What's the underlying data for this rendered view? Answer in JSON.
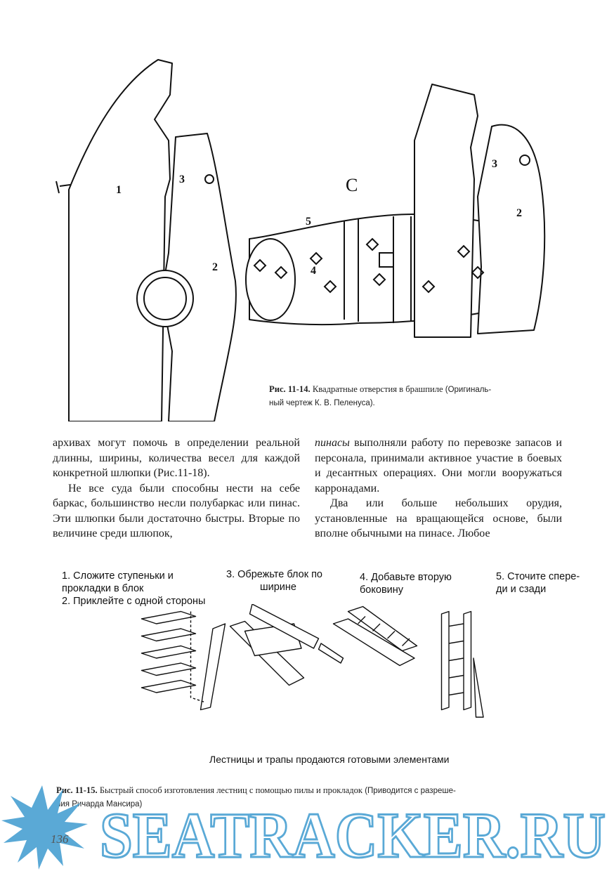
{
  "figure_top": {
    "labels": {
      "n1": "1",
      "n2_left": "2",
      "n3_left": "3",
      "n4": "4",
      "n5": "5",
      "c": "C",
      "n2_right": "2",
      "n3_right": "3"
    },
    "caption": {
      "label": "Рис. 11-14.",
      "text": " Квадратные отверстия в брашпиле ",
      "note_line1": "(Оригиналь-",
      "note_line2": "ный чертеж К. В. Пеленуса)."
    }
  },
  "body": {
    "left_col": {
      "p1": "архивах могут помочь в определении реальной длинны, ширины, количества весел для каждой конкретной шлюпки (Рис.11-18).",
      "p2": "Не все суда были способны нести на себе баркас, большинство несли полубаркас или пинас. Эти шлюпки были достаточно быстры. Вторые по величине среди шлюпок,"
    },
    "right_col": {
      "p1_em": "пинасы",
      "p1_rest": " выполняли работу по перевозке запасов и персонала, принимали активное участие в боевых и десантных операциях. Они могли вооружаться карронадами.",
      "p2": "Два или больше небольших орудия, установленные на вращающейся основе, были вполне обычными на пинасе. Любое"
    }
  },
  "figure_bottom": {
    "step1a": "1. Сложите ступеньки и",
    "step1b": "прокладки в блок",
    "step2": "2. Приклейте с одной стороны",
    "step3a": "3. Обрежьте блок по",
    "step3b": "ширине",
    "step4a": "4. Добавьте вторую",
    "step4b": "боковину",
    "step5a": "5. Сточите спере-",
    "step5b": "ди и сзади",
    "footnote": "Лестницы и трапы продаются готовыми элементами",
    "caption": {
      "label": "Рис. 11-15.",
      "text": " Быстрый способ изготовления лестниц с помощью пилы и прокладок ",
      "note_line1": "(Приводится с разреше-",
      "note_line2": "ния Ричарда Мансира)"
    }
  },
  "watermark": {
    "text": "SEATRACKER.RU",
    "color": "#5aa9d6"
  },
  "page_number": "136"
}
